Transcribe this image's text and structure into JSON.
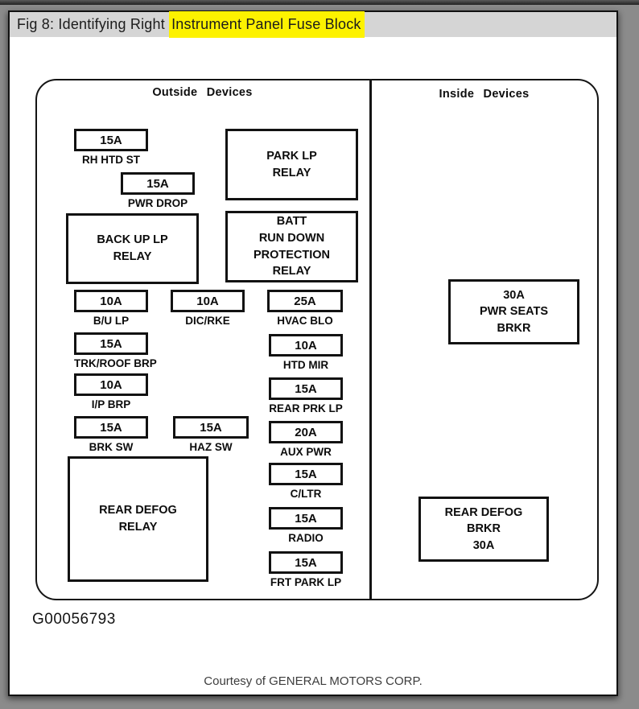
{
  "window": {
    "title_prefix": "Fig 8: Identifying Right ",
    "title_highlight": "Instrument Panel Fuse Block"
  },
  "colors": {
    "highlight_yellow": "#FDF200",
    "title_band_gray": "#D5D5D5",
    "frame_gray": "#8B8B8B",
    "diagram_ink": "#121212"
  },
  "diagram": {
    "section_left": "Outside Devices",
    "section_right": "Inside Devices",
    "fuses": [
      {
        "amp": "15A",
        "label": "RH HTD ST"
      },
      {
        "amp": "15A",
        "label": "PWR DROP"
      },
      {
        "amp": "10A",
        "label": "B/U LP"
      },
      {
        "amp": "10A",
        "label": "DIC/RKE"
      },
      {
        "amp": "25A",
        "label": "HVAC BLO"
      },
      {
        "amp": "15A",
        "label": "TRK/ROOF BRP"
      },
      {
        "amp": "10A",
        "label": "HTD MIR"
      },
      {
        "amp": "10A",
        "label": "I/P BRP"
      },
      {
        "amp": "15A",
        "label": "REAR PRK LP"
      },
      {
        "amp": "15A",
        "label": "BRK SW"
      },
      {
        "amp": "15A",
        "label": "HAZ SW"
      },
      {
        "amp": "20A",
        "label": "AUX PWR"
      },
      {
        "amp": "15A",
        "label": "C/LTR"
      },
      {
        "amp": "15A",
        "label": "RADIO"
      },
      {
        "amp": "15A",
        "label": "FRT PARK LP"
      }
    ],
    "relays": [
      {
        "text": "PARK LP\nRELAY"
      },
      {
        "text": "BACK UP LP\nRELAY"
      },
      {
        "text": "BATT\nRUN DOWN\nPROTECTION\nRELAY"
      },
      {
        "text": "REAR DEFOG\nRELAY"
      },
      {
        "text": "30A\nPWR SEATS\nBRKR"
      },
      {
        "text": "REAR DEFOG\nBRKR\n30A"
      }
    ]
  },
  "footer": {
    "figure_id": "G00056793",
    "courtesy": "Courtesy of GENERAL MOTORS CORP."
  }
}
